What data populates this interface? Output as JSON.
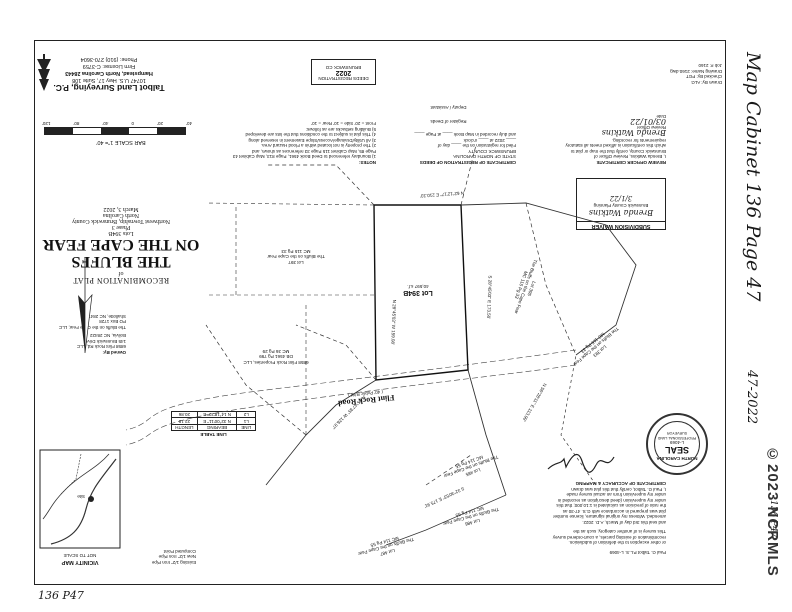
{
  "firm": {
    "name": "Talbot Land Surveying, P.C.",
    "address1": "10747 U.S. Hwy 17, Suite 108",
    "address2": "Hampstead, North Carolina 28443",
    "license": "Firm License: C-3759",
    "phone": "Phone: (910) 270-3604"
  },
  "scale": {
    "label": "BAR SCALE 1\"= 40'",
    "ticks": [
      "40'",
      "20'",
      "0",
      "40'",
      "80'",
      "120'"
    ]
  },
  "title": {
    "line1": "RECOMBINATION PLAT",
    "line2": "of",
    "line3": "THE BLUFFS",
    "line4": "ON THE CAPE FEAR",
    "line5": "Lots 394B",
    "line6": "Phase 3",
    "line7": "Northwest Township, Brunswick County",
    "line8": "North Carolina",
    "line9": "March 3, 2022"
  },
  "notes": {
    "heading": "NOTES:",
    "lines": [
      "1) Boundary referenced to Deed Book 4561, Page 813, Map Cabinet 43",
      "Page 85, Map Cabinet 115 Page 33 references as shown, and",
      "2) The property is not located within a Flood Hazard Area.",
      "3) All Utility/Drainage/Access/Slope Easement in reserved along",
      "4) This plat is subject to the conditions that the lots are developed",
      "5) Building setbacks are as follows:",
      "Front = 20'   Side = 10'   Rear = 10'"
    ]
  },
  "owner": {
    "heading": "Owned By:",
    "line1": "6858 Flint Rock Rd, LLC",
    "line2": "145 Brunswick Drive",
    "line3": "Bolivia, NC 28422",
    "line4": "The Bluffs on the Cape Fear, LLC",
    "line5": "PO Box 1728",
    "line6": "Shallotte, NC 28470"
  },
  "register": {
    "heading": "CERTIFICATE OF REGISTRATION OF DEEDS",
    "lines": [
      "STATE OF NORTH CAROLINA",
      "BRUNSWICK COUNTY",
      "Filed for registration on the ____ day of",
      "____ 2022 at ____ o'clock",
      "and duly recorded in Map Book ____ at Page ____",
      "Register of Deeds",
      "Deputy / Assistant"
    ]
  },
  "review": {
    "heading": "REVIEW OFFICER CERTIFICATE",
    "lines": [
      "I, Brenda Watkins, Review Officer of",
      "Brunswick County, certify that the map or plat to",
      "which this certification is affixed meets all statutory",
      "requirements for recording.",
      "Review Officer",
      "Date"
    ],
    "signature": "Brenda Watkins",
    "date": "03/01/22"
  },
  "waiver": {
    "heading": "SUBDIVISION WAIVER",
    "sub": "Brunswick County Planning",
    "signature": "Brenda Watkins",
    "date": "3/1/22"
  },
  "drawing_info": {
    "line1": "Drawn By: ALG",
    "line2": "Checked By: PGT",
    "line3": "Drawing Name: 2160.dwg",
    "line4": "Job #: 2160"
  },
  "accuracy": {
    "heading": "CERTIFICATE OF ACCURACY & MAPPING",
    "lines": [
      "I, Paul G. Talbot, certify that this plat was drawn",
      "under my supervision from an actual survey made",
      "under my supervision (deed description as recorded in",
      "the ratio of precision as calculated is 1:10,000; that this",
      "plat was prepared in accordance with G.S. 47-30 as",
      "amended. Witness my original signature, license number",
      "and seal this 3rd day of March, A.D. 2022.",
      "This survey is of another category, such as the",
      "recombination of existing parcels, a court-ordered survey",
      "or other exception to the definition of subdivision."
    ],
    "surveyor": "Paul G. Talbot   P.L.S. L-4069"
  },
  "road": {
    "name": "Flint Rock Road",
    "sub": "( 40' Public R/W )"
  },
  "lots": [
    {
      "name": "Lot 394B",
      "area": "40,597 s.f."
    },
    {
      "name": "Lot 395",
      "owner": "The Bluffs on the Cape Fear",
      "ref": "MC 115 Pg 33"
    },
    {
      "name": "Lot 397",
      "owner": "The Bluffs on the Cape Fear",
      "ref": "MC 115 Pg 33"
    },
    {
      "name": "Lot 393",
      "owner": "The Bluffs on the Cape Fear",
      "ref": "MC 115 Pg 33"
    },
    {
      "name": "Lot 485",
      "owner": "The Bluffs on the Cape Fear",
      "ref": "MC 114 Pg 55"
    },
    {
      "name": "Lot 486",
      "owner": "The Bluffs on the Cape Fear",
      "ref": "MC 114 Pg 55"
    },
    {
      "name": "Lot 487",
      "owner": "The Bluffs on the Cape Fear",
      "ref": "MC 114 Pg 55"
    }
  ],
  "parcel_llc": {
    "name": "6858 Flint Rock Properties, LLC",
    "ref1": "DB 4561 Pg 799",
    "ref2": "MC 36 Pg 29"
  },
  "bearings": [
    "N 62°12'17\" E 210.33'",
    "N 28°45'03\" W 159.08'",
    "S 28°45'03\" E 173.50'",
    "N 56°28'11\" E 113.99'",
    "N 25°47'35\" W 126.97'",
    "S 32°30'53\" E 175.91'"
  ],
  "line_table": {
    "headers": [
      "LINE",
      "BEARING",
      "LENGTH"
    ],
    "rows": [
      [
        "L1",
        "N 32°00'11\" E",
        "22.19"
      ],
      [
        "L2",
        "N 14°18'32\" E",
        "20.86"
      ]
    ],
    "title": "LINE TABLE"
  },
  "vicinity": {
    "title": "VICINITY MAP",
    "sub": "NOT TO SCALE",
    "site": "Site"
  },
  "legend": {
    "l1": "Existing 1/2\" Iron Pipe",
    "l2": "New 1/2\" Iron Pipe",
    "l3": "Computed Point"
  },
  "seal": {
    "line1": "NORTH CAROLINA",
    "line2": "SEAL",
    "line3": "L-4069",
    "line4": "PROFESSIONAL LAND SURVEYOR"
  },
  "stamp": {
    "top": "DEEDS REGISTRATION",
    "num": "2022",
    "bottom": "BRUNSWICK CO"
  },
  "annotations": {
    "right": "Map Cabinet 136 Page 47",
    "page_ref": "136 P47",
    "ref_no": "47-2022",
    "watermark": "©2023 NCRMLS",
    "bottom_left": "136 P47"
  }
}
